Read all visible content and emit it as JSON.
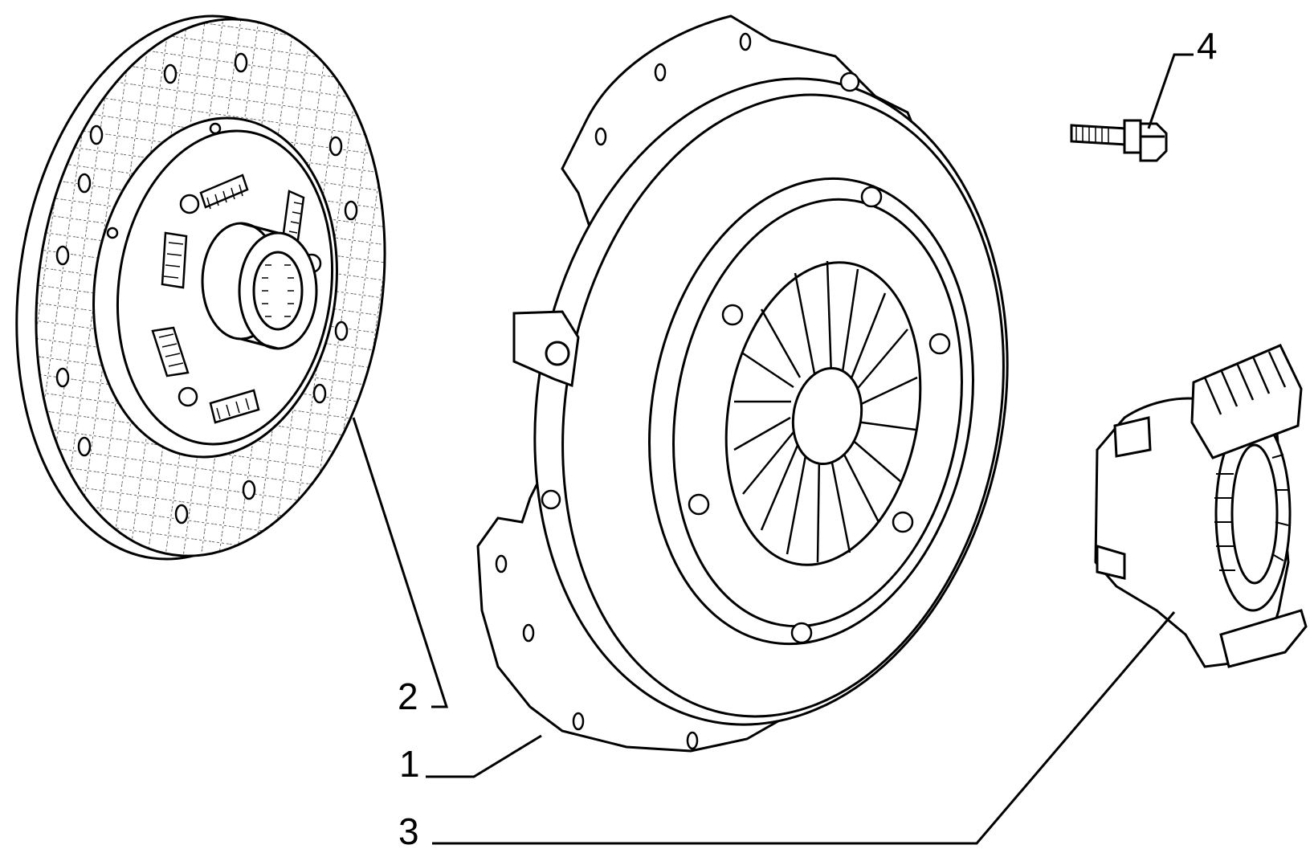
{
  "callouts": [
    {
      "id": "1",
      "label": "1",
      "part": "clutch-pressure-plate"
    },
    {
      "id": "2",
      "label": "2",
      "part": "clutch-disc"
    },
    {
      "id": "3",
      "label": "3",
      "part": "release-bearing"
    },
    {
      "id": "4",
      "label": "4",
      "part": "bolt"
    }
  ],
  "colors": {
    "ink": "#000000",
    "paper": "#ffffff",
    "hatch": "#555555"
  }
}
